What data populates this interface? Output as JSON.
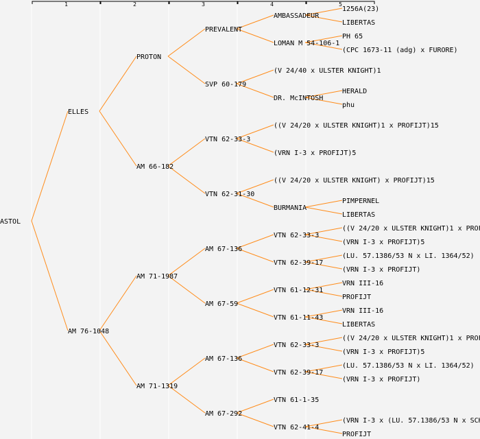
{
  "header": {
    "generations": [
      "1",
      "2",
      "3",
      "4",
      "5"
    ]
  },
  "colors": {
    "line": "#ff8c1a",
    "guide": "#ffffff",
    "background": "#f3f3f3"
  },
  "tree": {
    "label": "ASTOL",
    "children": [
      {
        "label": "ELLES",
        "children": [
          {
            "label": "PROTON",
            "children": [
              {
                "label": "PREVALENT",
                "children": [
                  {
                    "label": "AMBASSADEUR",
                    "children": [
                      {
                        "label": "1256A(23)"
                      },
                      {
                        "label": "LIBERTAS"
                      }
                    ]
                  },
                  {
                    "label": "LOMAN M 54-106-1",
                    "children": [
                      {
                        "label": "PH 65"
                      },
                      {
                        "label": "(CPC 1673-11 (adg) x FURORE)"
                      }
                    ]
                  }
                ]
              },
              {
                "label": "SVP 60-179",
                "children": [
                  {
                    "label": "(V 24/40 x ULSTER KNIGHT)1"
                  },
                  {
                    "label": "DR. McINTOSH",
                    "children": [
                      {
                        "label": "HERALD"
                      },
                      {
                        "label": "phu"
                      }
                    ]
                  }
                ]
              }
            ]
          },
          {
            "label": "AM 66-182",
            "children": [
              {
                "label": "VTN 62-33-3",
                "children": [
                  {
                    "label": "((V 24/20 x ULSTER KNIGHT)1 x PROFIJT)15"
                  },
                  {
                    "label": "(VRN I-3 x PROFIJT)5"
                  }
                ]
              },
              {
                "label": "VTN 62-31-30",
                "children": [
                  {
                    "label": "((V 24/20 x ULSTER KNIGHT) x PROFIJT)15"
                  },
                  {
                    "label": "BURMANIA",
                    "children": [
                      {
                        "label": "PIMPERNEL"
                      },
                      {
                        "label": "LIBERTAS"
                      }
                    ]
                  }
                ]
              }
            ]
          }
        ]
      },
      {
        "label": "AM 76-1048",
        "children": [
          {
            "label": "AM 71-1987",
            "children": [
              {
                "label": "AM 67-136",
                "children": [
                  {
                    "label": "VTN 62-33-3",
                    "children": [
                      {
                        "label": "((V 24/20 x ULSTER KNIGHT)1 x PROF"
                      },
                      {
                        "label": "(VRN I-3 x PROFIJT)5"
                      }
                    ]
                  },
                  {
                    "label": "VTN 62-39-17",
                    "children": [
                      {
                        "label": "(LU. 57.1386/53 N x LI. 1364/52)"
                      },
                      {
                        "label": "(VRN I-3 x PROFIJT)"
                      }
                    ]
                  }
                ]
              },
              {
                "label": "AM 67-59",
                "children": [
                  {
                    "label": "VTN 61-12-31",
                    "children": [
                      {
                        "label": "VRN III-16"
                      },
                      {
                        "label": "PROFIJT"
                      }
                    ]
                  },
                  {
                    "label": "VTN 61-11-43",
                    "children": [
                      {
                        "label": "VRN III-16"
                      },
                      {
                        "label": "LIBERTAS"
                      }
                    ]
                  }
                ]
              }
            ]
          },
          {
            "label": "AM 71-1319",
            "children": [
              {
                "label": "AM 67-136",
                "children": [
                  {
                    "label": "VTN 62-33-3",
                    "children": [
                      {
                        "label": "((V 24/20 x ULSTER KNIGHT)1 x PROF"
                      },
                      {
                        "label": "(VRN I-3 x PROFIJT)5"
                      }
                    ]
                  },
                  {
                    "label": "VTN 62-39-17",
                    "children": [
                      {
                        "label": "(LU. 57.1386/53 N x LI. 1364/52)"
                      },
                      {
                        "label": "(VRN I-3 x PROFIJT)"
                      }
                    ]
                  }
                ]
              },
              {
                "label": "AM 67-292",
                "children": [
                  {
                    "label": "VTN 61-1-35"
                  },
                  {
                    "label": "VTN 62-41-4",
                    "children": [
                      {
                        "label": "(VRN I-3 x (LU. 57.1386/53 N x SCH"
                      },
                      {
                        "label": "PROFIJT"
                      }
                    ]
                  }
                ]
              }
            ]
          }
        ]
      }
    ]
  }
}
